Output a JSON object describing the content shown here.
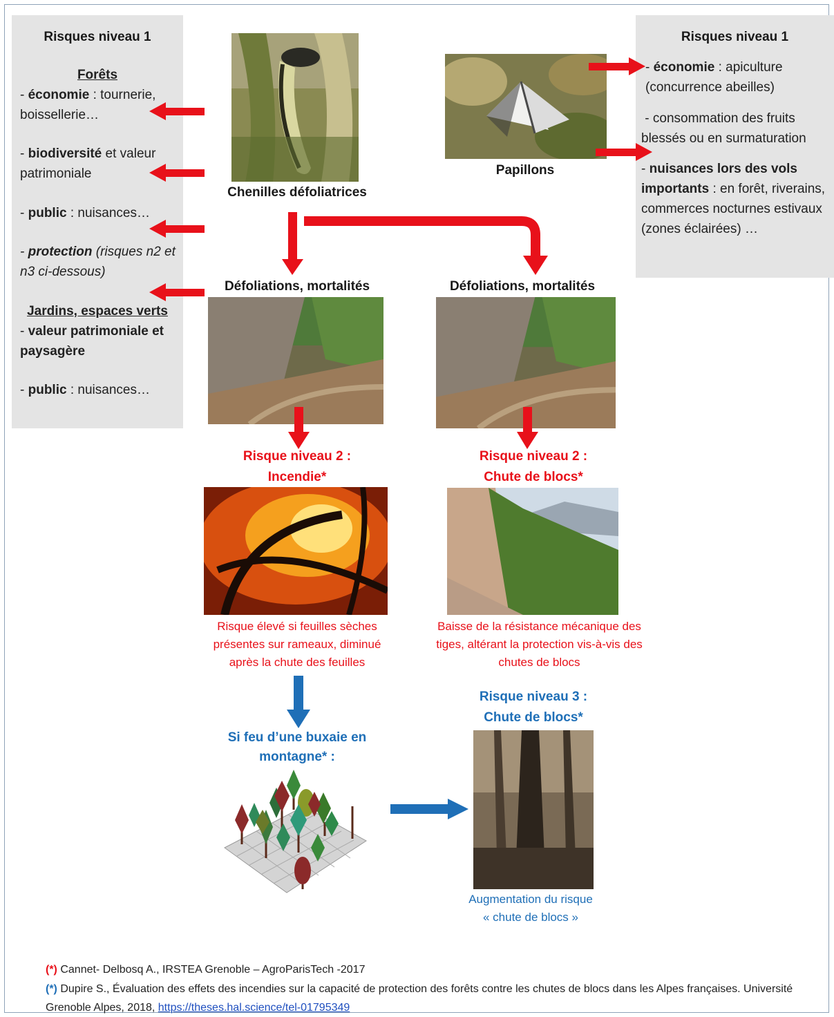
{
  "left_panel": {
    "title": "Risques niveau 1",
    "forets_heading": "Forêts",
    "items": [
      {
        "bold": "économie",
        "rest": " : tournerie, boissellerie…"
      },
      {
        "bold": "biodiversité",
        "rest": " et valeur patrimoniale"
      },
      {
        "bold": "public",
        "rest": " : nuisances…"
      },
      {
        "bold": "protection",
        "rest": " (risques n2 et n3 ci-dessous)"
      }
    ],
    "jardins_heading": "Jardins, espaces verts",
    "jardins_items": [
      {
        "bold": "valeur patrimoniale et paysagère",
        "rest": ""
      },
      {
        "bold": "public",
        "rest": " : nuisances…"
      }
    ]
  },
  "right_panel": {
    "title": "Risques niveau 1",
    "items": [
      {
        "bold": "économie",
        "rest": " : apiculture (concurrence abeilles)"
      },
      {
        "bold": "",
        "rest": " consommation des fruits blessés ou en surmaturation"
      },
      {
        "bold": "nuisances lors des vols importants",
        "rest": " : en forêt, riverains, commerces nocturnes estivaux (zones éclairées) …"
      }
    ]
  },
  "labels": {
    "chenilles": "Chenilles défoliatrices",
    "papillons": "Papillons",
    "defol_left": "Défoliations, mortalités",
    "defol_right": "Défoliations, mortalités",
    "risk2_incendie_line1": "Risque niveau 2 :",
    "risk2_incendie_line2": "Incendie*",
    "risk2_blocs_line1": "Risque niveau 2 :",
    "risk2_blocs_line2": "Chute de blocs*",
    "incendie_caption": "Risque élevé si feuilles sèches présentes sur rameaux, diminué après la chute des feuilles",
    "blocs_caption": "Baisse de la résistance mécanique des tiges, altérant la protection vis-à-vis des chutes de blocs",
    "feu_line1": "Si feu d’une buxaie en",
    "feu_line2": "montagne* :",
    "risk3_line1": "Risque niveau 3 :",
    "risk3_line2": "Chute de blocs*",
    "risk3_caption_line1": "Augmentation du risque",
    "risk3_caption_line2": "« chute de blocs »"
  },
  "footnotes": {
    "red_marker": "(*)",
    "red_text": " Cannet- Delbosq A., IRSTEA Grenoble – AgroParisTech -2017",
    "blue_marker": "(*)",
    "blue_text": " Dupire S., Évaluation des effets des incendies sur la capacité de protection des forêts contre les chutes de blocs dans les Alpes françaises. Université Grenoble Alpes, 2018, ",
    "link": "https://theses.hal.science/tel-01795349"
  },
  "colors": {
    "red": "#e8111a",
    "blue": "#1f6fb7",
    "panel": "#e4e4e4"
  },
  "icons": [
    "caterpillar-photo",
    "moth-photo",
    "defoliated-slope-photo",
    "fire-photo",
    "cliff-photo",
    "tree-grid-icon",
    "burnt-trunk-photo"
  ]
}
